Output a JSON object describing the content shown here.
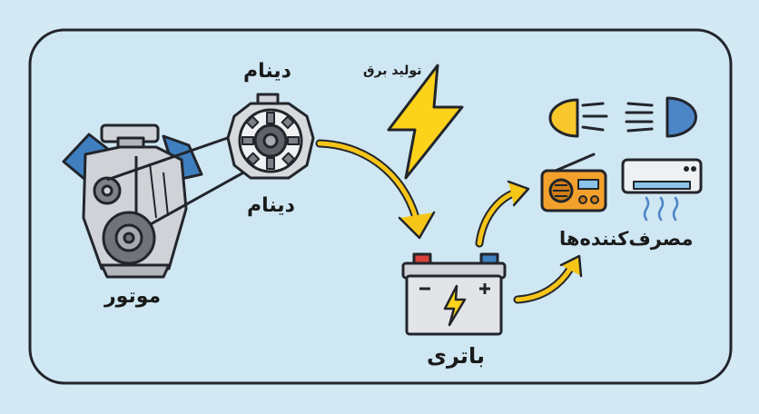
{
  "labels": {
    "alternator_top": "دینام",
    "alternator_bottom": "دینام",
    "generation": "تولید برق",
    "consumers": "مصرف‌کننده‌ها",
    "engine": "موتور",
    "battery": "باتری"
  },
  "colors": {
    "background": "#d3e9f3",
    "panel": "#cfe7f3",
    "outline": "#22252b",
    "lightning": "#fcd21a",
    "arrow": "#f5c518",
    "engine_blue": "#3f7fc0",
    "engine_gray": "#cfd2d6",
    "battery_body": "#e2e4e7",
    "terminal_red": "#d9413a",
    "terminal_blue": "#3f7fc0",
    "radio_orange": "#f3a12c",
    "lamp_yellow": "#f7c72b",
    "lamp_blue": "#4d86c7"
  },
  "icons": [
    "engine-icon",
    "alternator-icon",
    "lightning-bolt-icon",
    "battery-icon",
    "headlight-yellow-icon",
    "headlight-blue-icon",
    "radio-icon",
    "air-conditioner-icon"
  ]
}
